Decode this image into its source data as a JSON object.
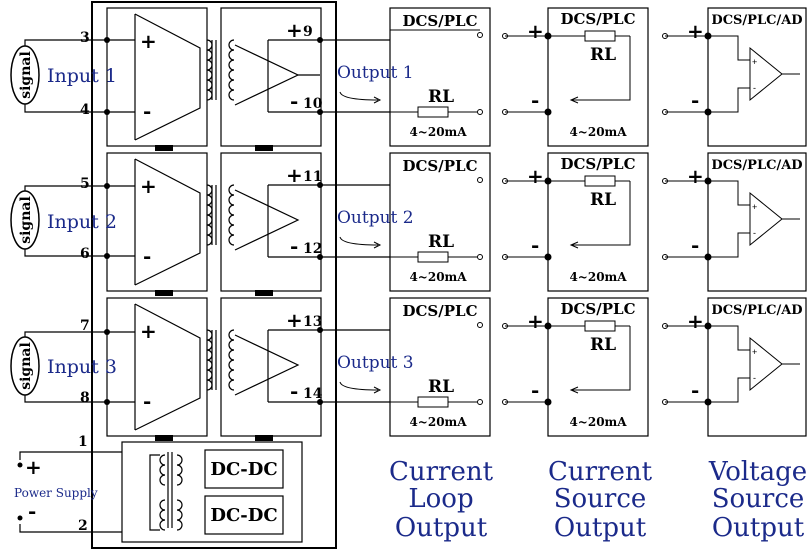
{
  "inputs": [
    {
      "label": "Input 1",
      "signal": "signal",
      "pin_top": "3",
      "pin_bottom": "4"
    },
    {
      "label": "Input 2",
      "signal": "signal",
      "pin_top": "5",
      "pin_bottom": "6"
    },
    {
      "label": "Input 3",
      "signal": "signal",
      "pin_top": "7",
      "pin_bottom": "8"
    }
  ],
  "outputs": [
    {
      "label": "Output 1",
      "pin_top": "9",
      "pin_bottom": "10"
    },
    {
      "label": "Output 2",
      "pin_top": "11",
      "pin_bottom": "12"
    },
    {
      "label": "Output 3",
      "pin_top": "13",
      "pin_bottom": "14"
    }
  ],
  "signs": {
    "plus": "+",
    "minus": "-"
  },
  "power": {
    "label": "Power Supply",
    "pin_top": "1",
    "pin_bottom": "2",
    "converter": "DC-DC"
  },
  "loop_column": {
    "box_title": "DCS/PLC",
    "rl": "RL",
    "range": "4~20mA",
    "caption": [
      "Current",
      "Loop",
      "Output"
    ]
  },
  "source_column": {
    "box_title": "DCS/PLC",
    "rl": "RL",
    "range": "4~20mA",
    "caption": [
      "Current",
      "Source",
      "Output"
    ]
  },
  "voltage_column": {
    "box_title": "DCS/PLC/AD",
    "opamp_plus": "+",
    "opamp_minus": "-",
    "caption": [
      "Voltage",
      "Source",
      "Output"
    ]
  }
}
